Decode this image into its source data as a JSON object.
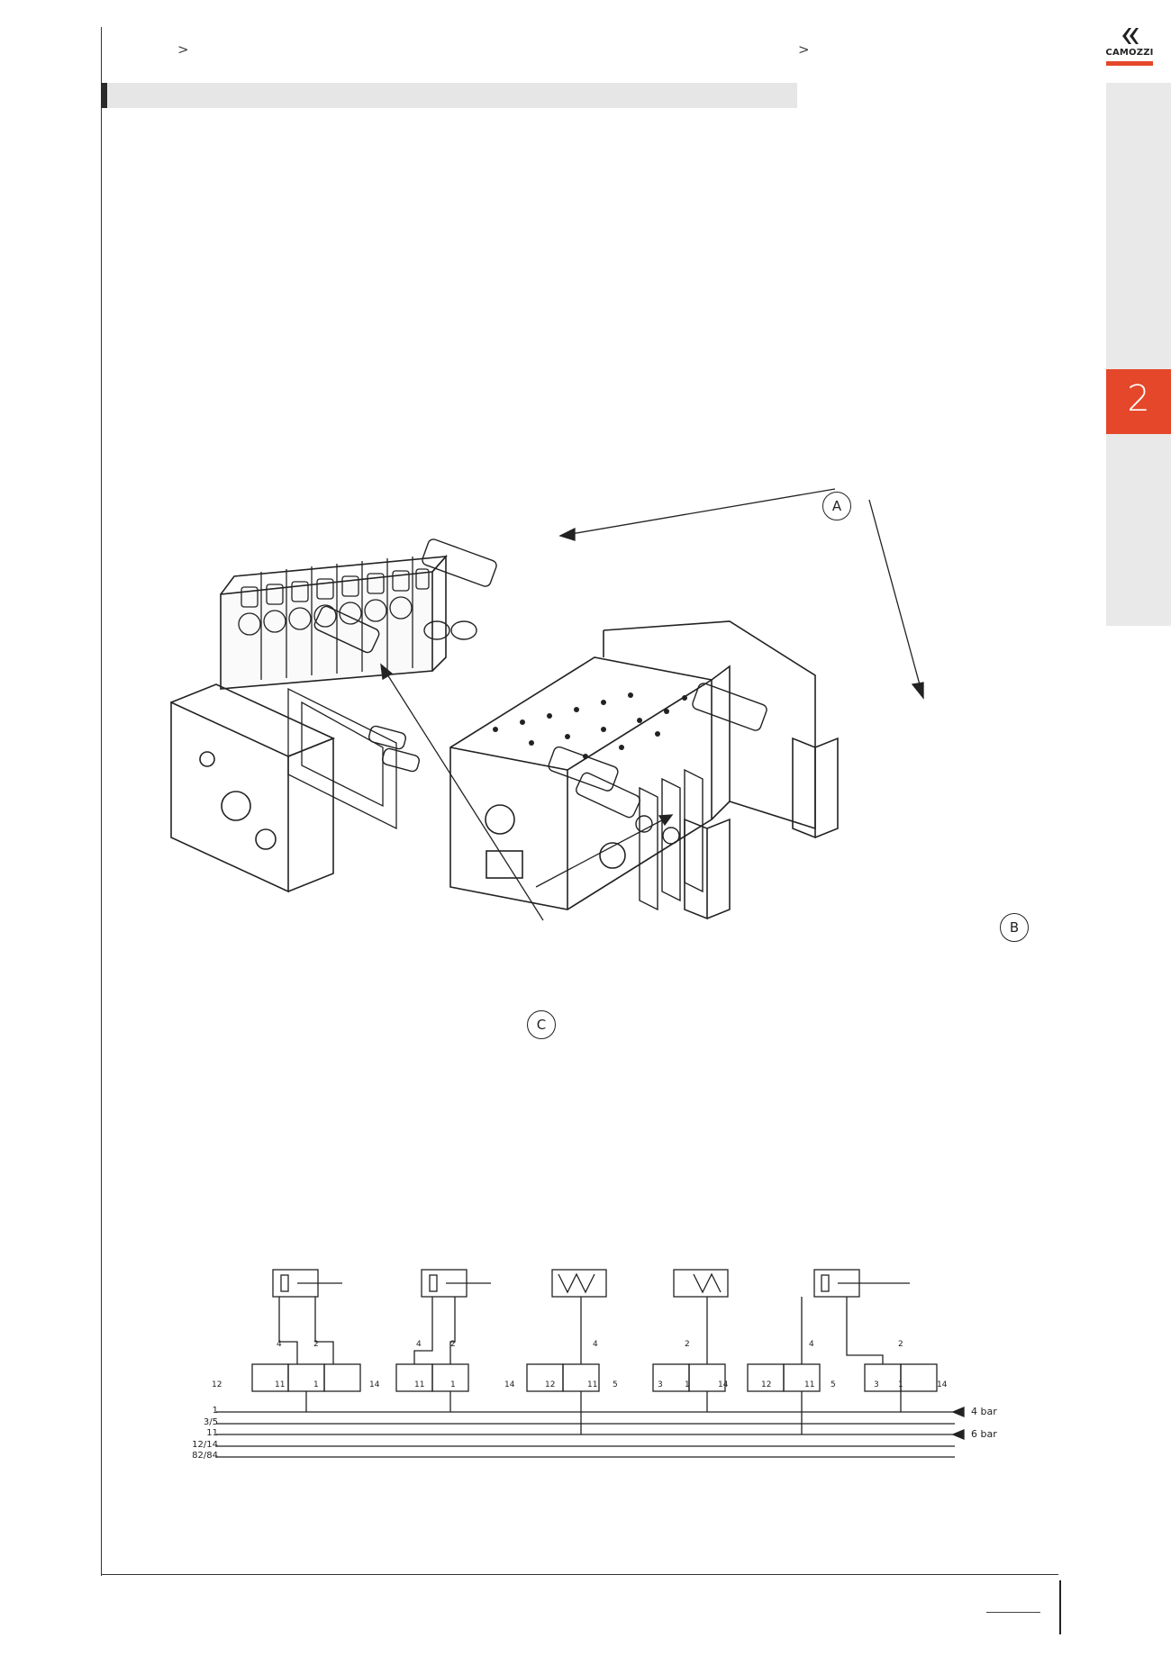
{
  "breadcrumb": {
    "sep_left": ">",
    "sep_right": ">"
  },
  "logo": {
    "text": "CAMOZZI",
    "accent_color": "#e5472a"
  },
  "side_tab": {
    "number": "2",
    "color": "#e5472a"
  },
  "exploded_view": {
    "callouts": [
      {
        "id": "A",
        "label": "A"
      },
      {
        "id": "B",
        "label": "B"
      },
      {
        "id": "C",
        "label": "C"
      }
    ]
  },
  "schematic": {
    "pressure_1": "4 bar",
    "pressure_2": "6 bar",
    "line_labels": [
      "1",
      "3/5",
      "11",
      "12/14",
      "82/84"
    ],
    "port_labels": {
      "v1": [
        "12",
        "11",
        "4",
        "2",
        "1",
        "14"
      ],
      "v2": [
        "4",
        "2",
        "11",
        "1",
        "14"
      ],
      "v3": [
        "12",
        "11",
        "4",
        "5",
        "2",
        "3",
        "1",
        "14"
      ],
      "v4": [
        "12",
        "11",
        "4",
        "5",
        "2",
        "3",
        "1",
        "14"
      ]
    }
  }
}
